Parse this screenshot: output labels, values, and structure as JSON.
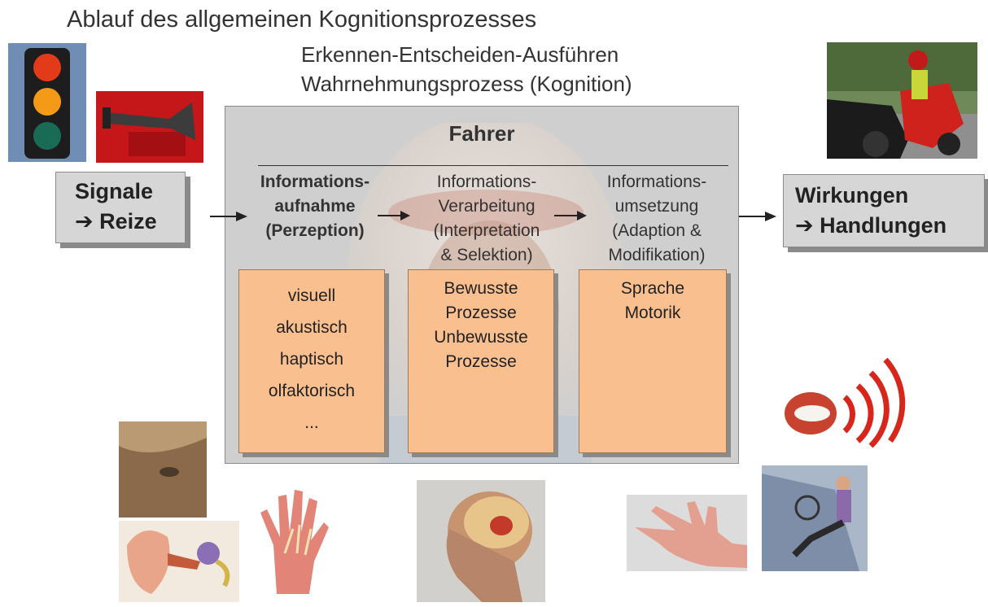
{
  "title": "Ablauf des allgemeinen Kognitionsprozesses",
  "subtitle_line1": "Erkennen-Entscheiden-Ausführen",
  "subtitle_line2": "Wahrnehmungsprozess  (Kognition)",
  "panel": {
    "title": "Fahrer",
    "columns": [
      {
        "head": [
          "Informations-",
          "aufnahme",
          "(Perzeption)"
        ],
        "items": [
          "visuell",
          "akustisch",
          "haptisch",
          "olfaktorisch",
          "..."
        ]
      },
      {
        "head": [
          "Informations-",
          "Verarbeitung",
          "(Interpretation",
          "& Selektion)"
        ],
        "items": [
          "Bewusste",
          "Prozesse",
          "",
          "Unbewusste",
          "Prozesse"
        ]
      },
      {
        "head": [
          "Informations-",
          "umsetzung",
          "(Adaption &",
          "Modifikation)"
        ],
        "items": [
          "Sprache",
          "",
          "Motorik"
        ]
      }
    ]
  },
  "left_box": {
    "line1": "Signale",
    "line2": "Reize",
    "arrow_glyph": "➔"
  },
  "right_box": {
    "line1": "Wirkungen",
    "line2": "Handlungen",
    "arrow_glyph": "➔"
  },
  "images": [
    "traffic-light",
    "horn",
    "motorcycle-car-scene",
    "skin-closeup",
    "ear-anatomy",
    "hand-anatomy",
    "head-brain-anatomy",
    "mouth-speaking",
    "open-hand",
    "driver-in-car"
  ]
}
